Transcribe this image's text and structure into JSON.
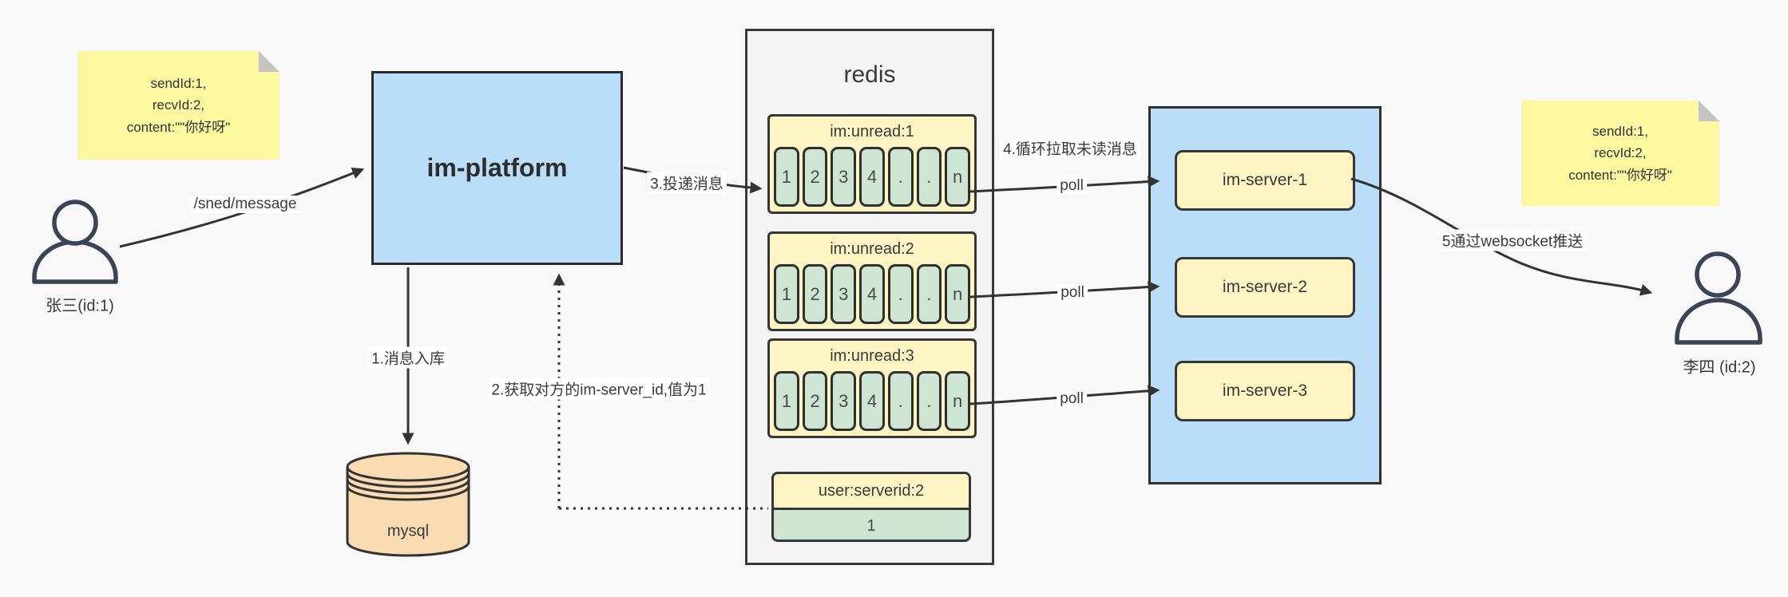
{
  "colors": {
    "bg": "#f8f8f8",
    "note_yellow": "#fbf8a0",
    "panel_blue": "#badef8",
    "box_yellow": "#fcf5c3",
    "cell_green": "#cde5d2",
    "db_orange": "#fadcb3",
    "container_gray": "#f4f4f5",
    "border_dark": "#333333",
    "fold_gray": "#c4c4c4",
    "person_stroke": "#3b4455",
    "label_text": "#3a3a3a"
  },
  "actors": {
    "sender": {
      "label": "张三(id:1)"
    },
    "receiver": {
      "label": "李四 (id:2)"
    }
  },
  "notes": {
    "left": {
      "line1": "sendId:1,",
      "line2": "recvId:2,",
      "line3": "content:\"\"你好呀\""
    },
    "right": {
      "line1": "sendId:1,",
      "line2": "recvId:2,",
      "line3": "content:\"\"你好呀\""
    }
  },
  "platform": {
    "title": "im-platform"
  },
  "database": {
    "label": "mysql"
  },
  "redis": {
    "title": "redis",
    "rows": [
      {
        "title": "im:unread:1",
        "cells": [
          "1",
          "2",
          "3",
          "4",
          ".",
          ".",
          "n"
        ]
      },
      {
        "title": "im:unread:2",
        "cells": [
          "1",
          "2",
          "3",
          "4",
          ".",
          ".",
          "n"
        ]
      },
      {
        "title": "im:unread:3",
        "cells": [
          "1",
          "2",
          "3",
          "4",
          ".",
          ".",
          "n"
        ]
      }
    ],
    "kv": {
      "title": "user:serverid:2",
      "value": "1"
    }
  },
  "servers": {
    "items": [
      {
        "label": "im-server-1"
      },
      {
        "label": "im-server-2"
      },
      {
        "label": "im-server-3"
      }
    ]
  },
  "edges": {
    "send": "/sned/message",
    "store": "1.消息入库",
    "get_server_id": "2.获取对方的im-server_id,值为1",
    "deliver": "3.投递消息",
    "pull": "4.循环拉取未读消息",
    "poll": "poll",
    "push": "5通过websocket推送"
  }
}
